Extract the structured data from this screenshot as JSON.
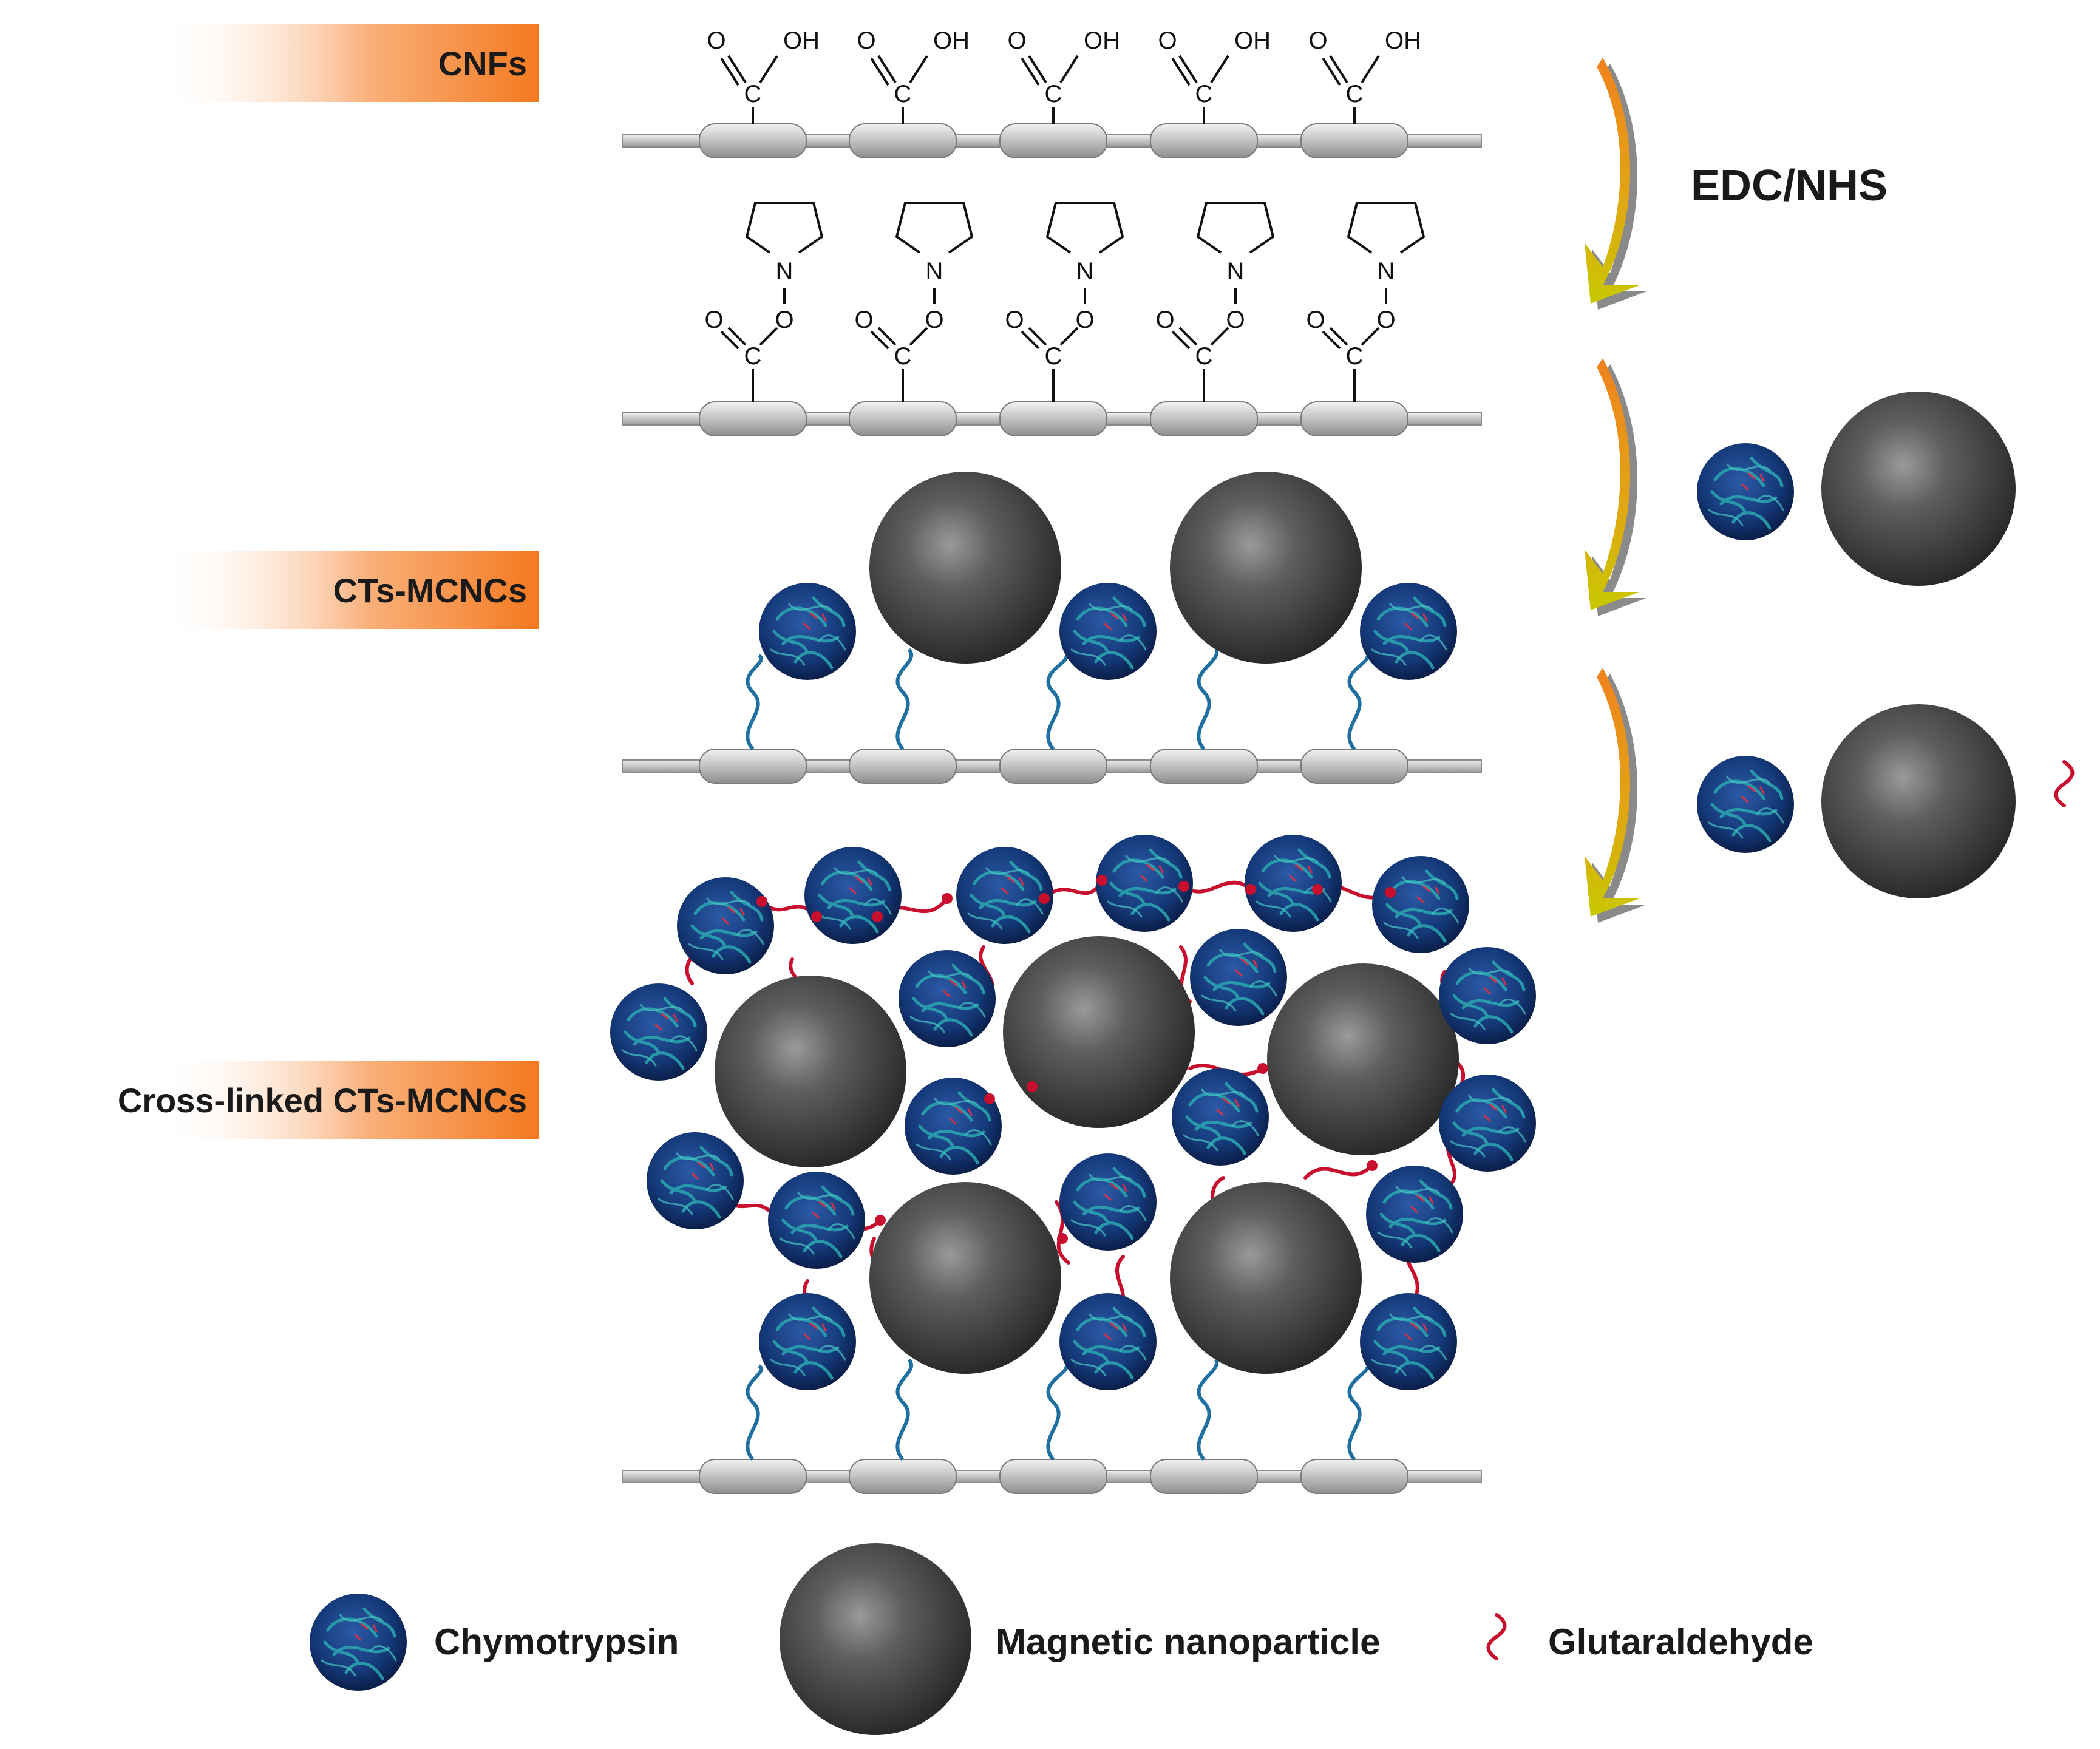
{
  "stages": {
    "cnfs": "CNFs",
    "ctsmcncs": "CTs-MCNCs",
    "crosslinked": "Cross-linked CTs-MCNCs"
  },
  "reagent": "EDC/NHS",
  "chem": {
    "oxygen": "O",
    "hydroxyl": "OH",
    "carbon": "C",
    "nitrogen": "N"
  },
  "legend": {
    "chymotrypsin": "Chymotrypsin",
    "magnetic": "Magnetic nanoparticle",
    "glutaraldehyde": "Glutaraldehyde"
  },
  "colors": {
    "label_gradient_end": "#f47920",
    "arrow_orange": "#f0821e",
    "arrow_yellow": "#c8c800",
    "enzyme_blue": "#12306a",
    "enzyme_strands": "#2aa7b0",
    "nanoparticle": "#3c3c3c",
    "glutaraldehyde": "#c8102e",
    "linker_blue": "#1f6fa0",
    "fiber_gray": "#bdbdbd"
  }
}
